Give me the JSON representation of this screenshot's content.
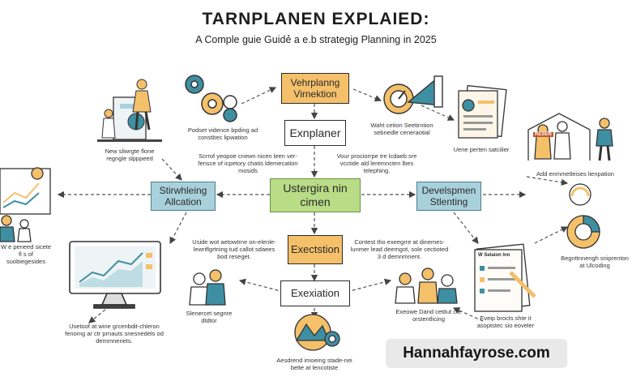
{
  "header": {
    "title": "TARNPLANEN EXPLAIED:",
    "subtitle": "A Comple guie Guidẻ a e.b strategig Planning in 2025"
  },
  "boxes": {
    "top_orange": "Vehrplanng Virnektion",
    "explainer": "Exnplaner",
    "left_blue": "Stirwhleing Allcation",
    "center_green": "Ustergira nin cimen",
    "right_blue": "Develspmen Stlenting",
    "execution": "Exectstion",
    "exexiation": "Exexiation"
  },
  "captions": {
    "gears": "Podset vidence bpding ad constbec lipwation",
    "worker": "New sliwrgte flone regngle slpppeed",
    "left_text": "Scrrof yeopoe cnewn nicen leen ver-fensce of icpetory chatis ldemecation mosids",
    "right_text": "Vour prociorrpe tre lcdaeb sre vcctide ald leremncten lbes telephing.",
    "megaphone": "Waht cetion Seetirntion sebnedle ceneraotial",
    "documents": "Uene perten satcilier",
    "people_right": "Add enmmetleises lienpation",
    "chart_left": "W e peneed sicete fl s of suobiegesides",
    "center_left": "Uside wot aetowtrne on-elenle-lewriflgrtning tud callot sdaees bod reseget.",
    "center_right": "Contest tho exeegrre at dinemes-lunmer lead deemgot, sole cectioted 3 d demnmnent.",
    "monitor": "Usetoof at wine grcenbdit-chleron fenomg ar ctr prnauts snesnedels od demmnenets.",
    "people_mid": "Slenercet segnre dtdtor",
    "checklist": "Eveip brocts shte it asoptstec sio eoveler",
    "gauge": "Begnttnnengh sniprenton at Ulcoding",
    "collab": "Exeowe Dand cetitut cre orstentlicing",
    "bottom": "Aesdrend imoeing stade-nei belte at lencotiste"
  },
  "watermark": "Hannahfayrose.com",
  "checklist_header": "W   Selaion lnn",
  "sign_label": "RESEN",
  "colors": {
    "orange": "#f4c06a",
    "blue": "#a9d1dc",
    "green": "#b9dc86",
    "teal": "#3f8fa3",
    "dark": "#2c2c2c"
  },
  "icons": [
    "worker-icon",
    "gear-icon",
    "megaphone-icon",
    "document-stack-icon",
    "people-group-icon",
    "bar-chart-icon",
    "monitor-chart-icon",
    "people-pair-icon",
    "collaboration-icon",
    "checklist-icon",
    "gauge-icon",
    "mountain-gauge-icon"
  ]
}
